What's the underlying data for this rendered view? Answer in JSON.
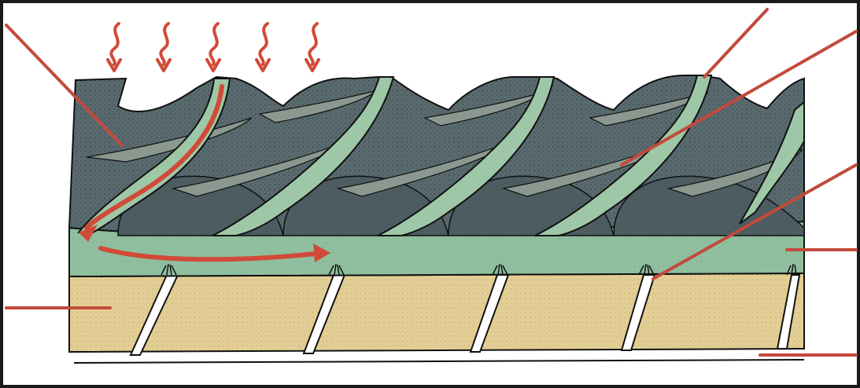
{
  "colors": {
    "frame": "#1a1a1a",
    "background": "#ffffff",
    "scale_dark": "#5a6b70",
    "scale_stripe": "#8a9890",
    "canal": "#9ec7a8",
    "canal_layer": "#8fbf9e",
    "bone": "#e3cf95",
    "pointer": "#c24a3c",
    "flow_arrow": "#d14a38",
    "outline": "#111111"
  },
  "icons": {
    "heat_arrow": "wavy-down-arrow-icon",
    "flow_arrow": "curved-arrow-icon"
  },
  "heat_arrows_count": 5,
  "regions": [
    "scale-layer",
    "canal-network",
    "canal-layer",
    "bone-layer"
  ]
}
